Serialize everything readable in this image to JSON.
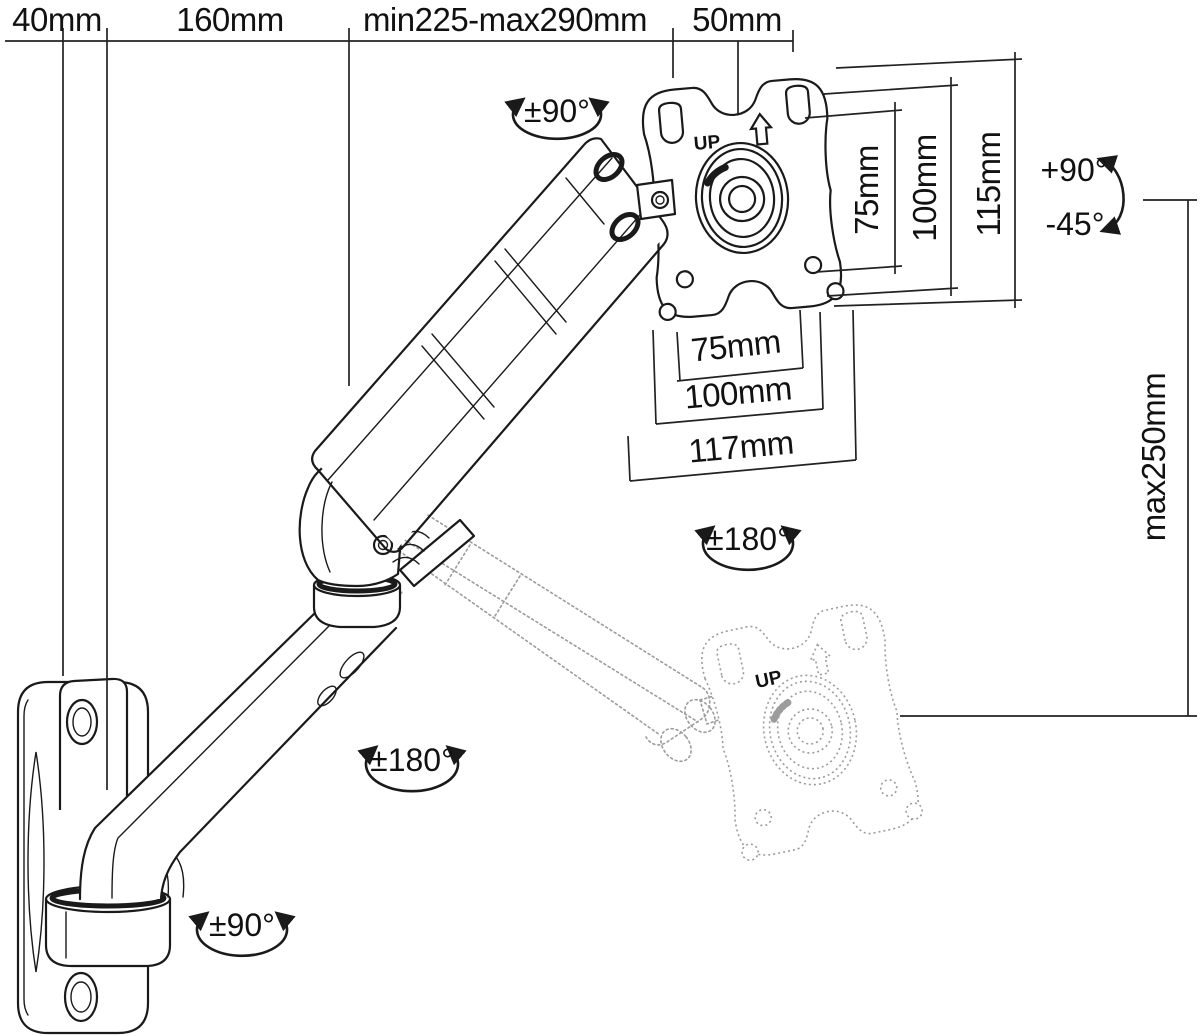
{
  "diagram": {
    "type": "technical dimension drawing",
    "subject": "gas-spring monitor wall mount arm with VESA plate",
    "background": "#ffffff",
    "line_color": "#1a1a1a",
    "ghost_color": "#9c9c9c"
  },
  "dims": {
    "top": [
      "40mm",
      "160mm",
      "min225-max290mm",
      "50mm"
    ],
    "vesa_vertical": [
      "75mm",
      "100mm",
      "115mm"
    ],
    "vesa_horizontal": [
      "75mm",
      "100mm",
      "117mm"
    ],
    "height_range": "max250mm",
    "tilt_up": "+90°",
    "tilt_down": "-45°",
    "swivel_head": "±90°",
    "vesa_rotation": "±180°",
    "arm_swivel": "±180°",
    "base_swivel": "±90°",
    "up_marking": "UP"
  }
}
